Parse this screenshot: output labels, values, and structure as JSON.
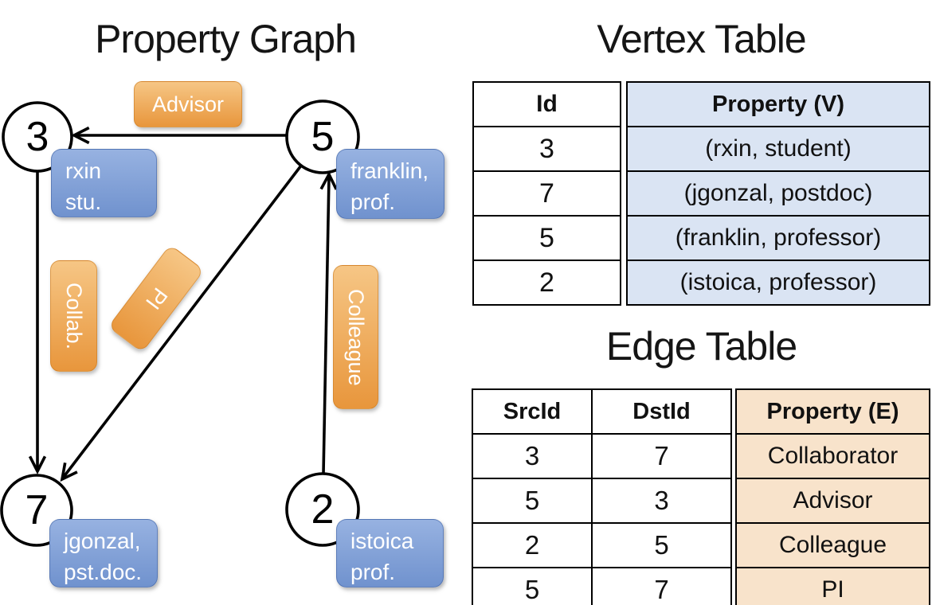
{
  "graph": {
    "title": "Property Graph",
    "nodes": [
      {
        "id": "3",
        "line1": "rxin",
        "line2": "stu."
      },
      {
        "id": "5",
        "line1": "franklin,",
        "line2": "prof."
      },
      {
        "id": "7",
        "line1": "jgonzal,",
        "line2": "pst.doc."
      },
      {
        "id": "2",
        "line1": "istoica",
        "line2": "prof."
      }
    ],
    "edge_labels": {
      "advisor": "Advisor",
      "collab": "Collab.",
      "pi": "PI",
      "colleague": "Colleague"
    }
  },
  "vertex_table": {
    "title": "Vertex Table",
    "headers": {
      "id": "Id",
      "property": "Property (V)"
    },
    "rows": [
      {
        "id": "3",
        "property": "(rxin, student)"
      },
      {
        "id": "7",
        "property": "(jgonzal, postdoc)"
      },
      {
        "id": "5",
        "property": "(franklin, professor)"
      },
      {
        "id": "2",
        "property": "(istoica, professor)"
      }
    ]
  },
  "edge_table": {
    "title": "Edge Table",
    "headers": {
      "src": "SrcId",
      "dst": "DstId",
      "property": "Property (E)"
    },
    "rows": [
      {
        "src": "3",
        "dst": "7",
        "property": "Collaborator"
      },
      {
        "src": "5",
        "dst": "3",
        "property": "Advisor"
      },
      {
        "src": "2",
        "dst": "5",
        "property": "Colleague"
      },
      {
        "src": "5",
        "dst": "7",
        "property": "PI"
      }
    ]
  },
  "colors": {
    "edge_label_orange_top": "#f6c685",
    "edge_label_orange_bottom": "#e8963c",
    "vertex_box_blue_top": "#97b2e1",
    "vertex_box_blue_bottom": "#7092ce",
    "vertex_table_cell_blue": "#dae4f3",
    "edge_table_cell_tan": "#f8e3cb",
    "line_color": "#000000"
  }
}
